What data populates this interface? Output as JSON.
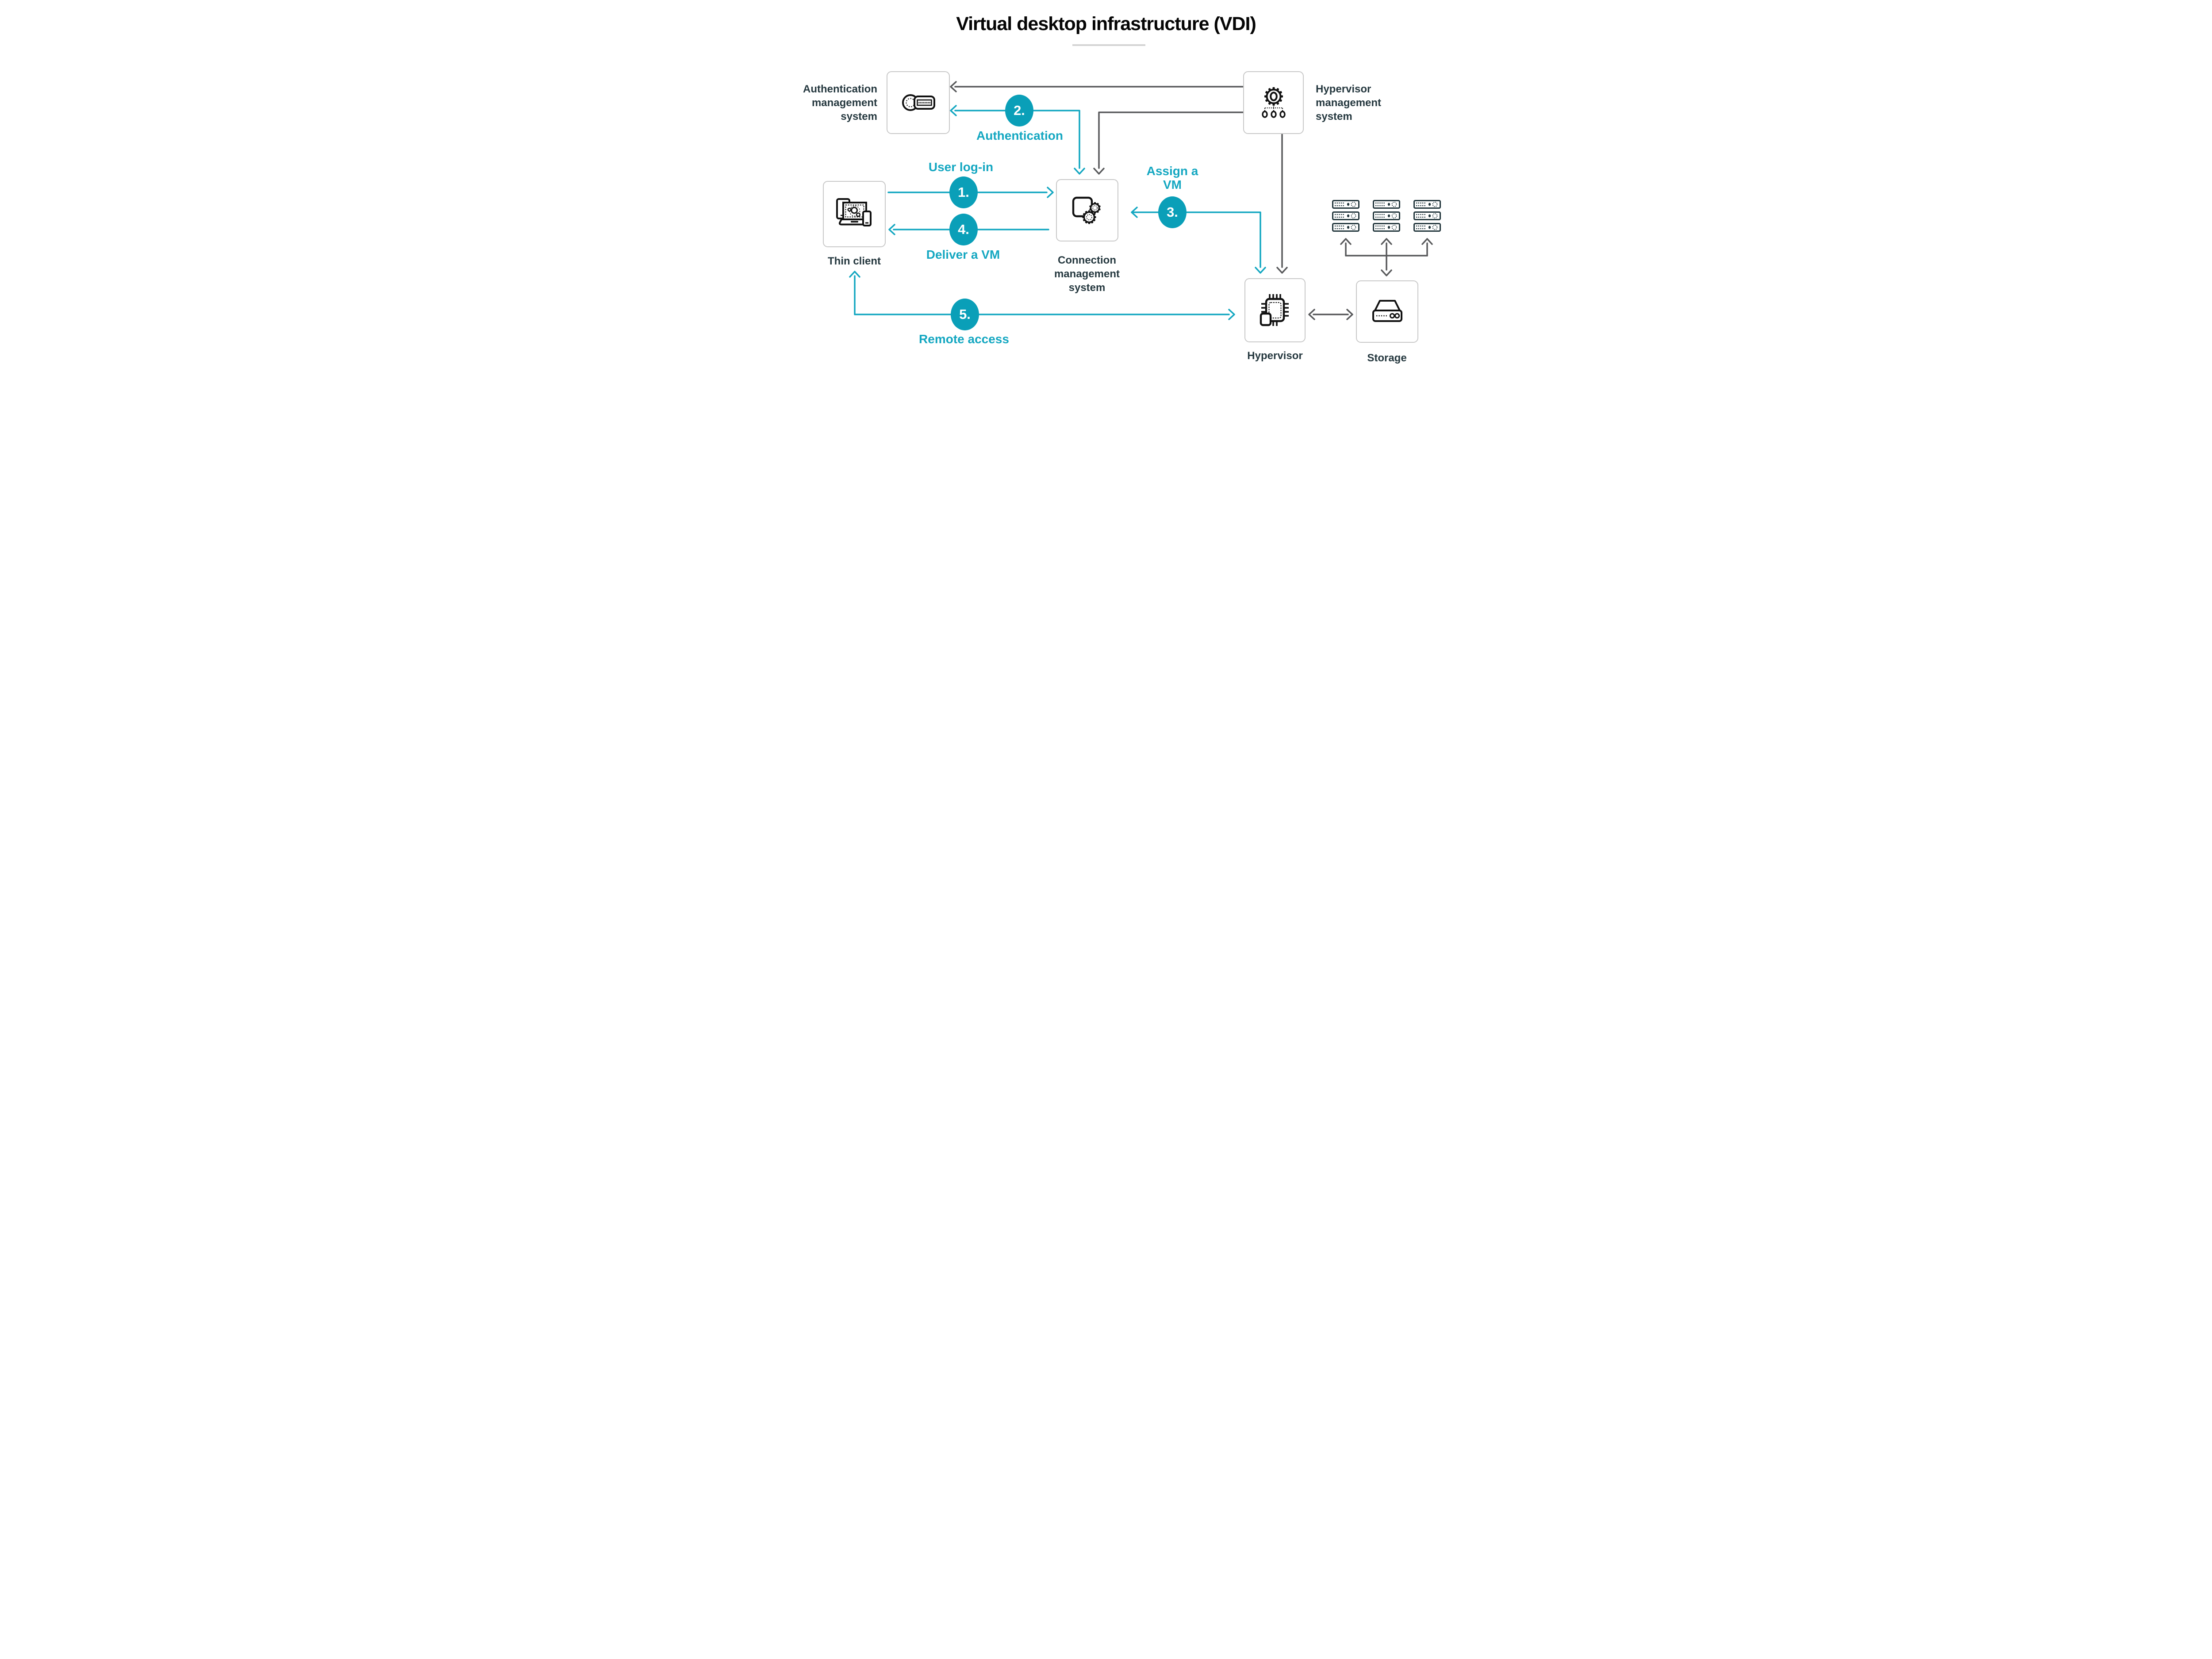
{
  "title": {
    "text": "Virtual desktop infrastructure (VDI)"
  },
  "nodes": {
    "auth": {
      "label": "Authentication\nmanagement\nsystem",
      "icon": "password-key-icon",
      "password_mask": "********"
    },
    "hvm": {
      "label": "Hypervisor\nmanagement\nsystem",
      "icon": "gear-hierarchy-icon"
    },
    "thin": {
      "label": "Thin client",
      "icon": "client-devices-icon"
    },
    "conn": {
      "label": "Connection\nmanagement\nsystem",
      "icon": "window-gears-icon"
    },
    "hyp": {
      "label": "Hypervisor",
      "icon": "processor-chip-icon"
    },
    "storage": {
      "label": "Storage",
      "icon": "storage-appliance-icon"
    },
    "servers": {
      "icon": "server-unit-icon",
      "count": 9,
      "columns": 3,
      "rows": 3
    }
  },
  "steps": [
    {
      "num": "1.",
      "label": "User log-in"
    },
    {
      "num": "2.",
      "label": "Authentication"
    },
    {
      "num": "3.",
      "label": "Assign a\nVM"
    },
    {
      "num": "4.",
      "label": "Deliver a VM"
    },
    {
      "num": "5.",
      "label": "Remote access"
    }
  ],
  "colors": {
    "cyan_circle": "#0a9fb8",
    "cyan_line": "#14a7c1",
    "arrow_gray": "#58595b",
    "label_dark": "#25383f",
    "box_border": "#c9c9c9",
    "underline_gray": "#d4d4d4"
  }
}
